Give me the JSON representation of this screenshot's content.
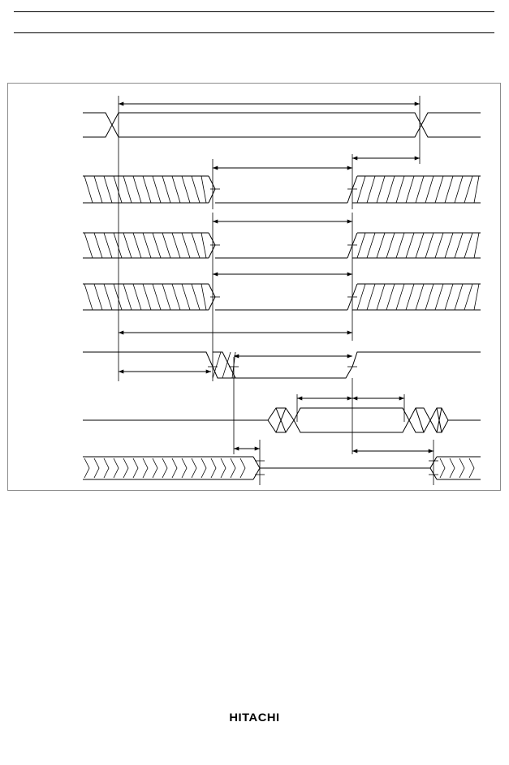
{
  "header": {},
  "footer": {
    "brand": "HITACHI"
  },
  "colors": {
    "line": "#000000",
    "frame": "#8c8c8c",
    "background": "#ffffff"
  },
  "diagram": {
    "type": "timing-diagram",
    "signals": [
      {
        "kind": "clock-window"
      },
      {
        "kind": "address-hatched"
      },
      {
        "kind": "address-hatched"
      },
      {
        "kind": "address-hatched"
      },
      {
        "kind": "strobe-low"
      },
      {
        "kind": "data-bus"
      },
      {
        "kind": "wait-hatched"
      }
    ]
  }
}
